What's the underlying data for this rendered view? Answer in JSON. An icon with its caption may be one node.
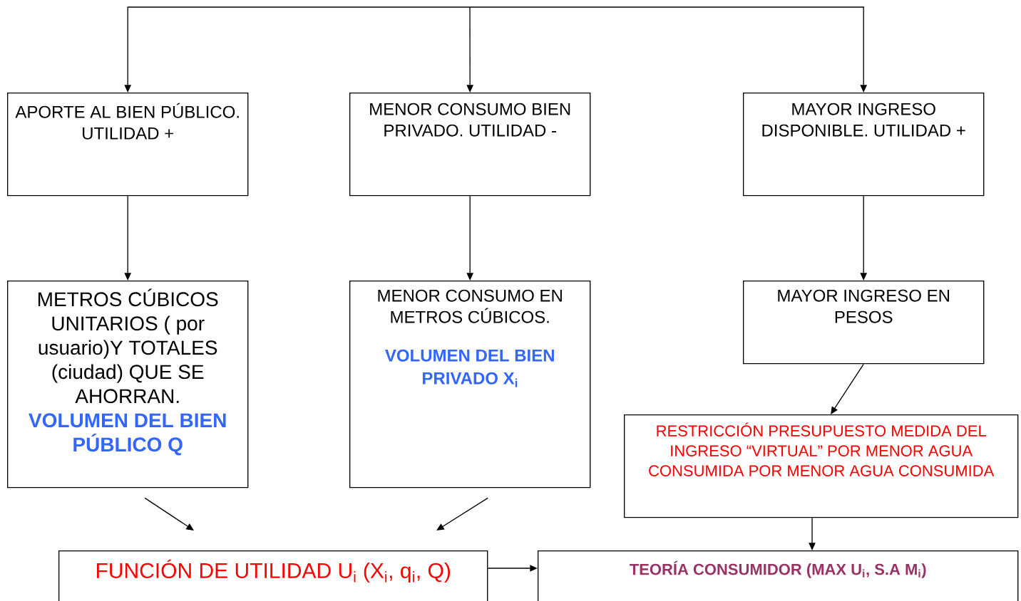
{
  "diagram": {
    "nodes": [
      {
        "text": [
          "APORTE AL BIEN PÚBLICO. UTILIDAD +"
        ]
      },
      {
        "text": [
          "MENOR CONSUMO BIEN PRIVADO. UTILIDAD -"
        ]
      },
      {
        "text": [
          "MAYOR INGRESO DISPONIBLE. UTILIDAD +"
        ]
      },
      {
        "text": [
          "METROS CÚBICOS UNITARIOS ( por usuario)Y TOTALES (ciudad) QUE SE AHORRAN.",
          "VOLUMEN DEL BIEN PÚBLICO Q"
        ]
      },
      {
        "text": [
          "MENOR CONSUMO EN METROS CÚBICOS.",
          "VOLUMEN DEL BIEN PRIVADO X$_{i}$"
        ]
      },
      {
        "text": [
          "MAYOR INGRESO EN PESOS"
        ]
      },
      {
        "text": [
          "RESTRICCIÓN PRESUPUESTO MEDIDA DEL INGRESO “VIRTUAL”  POR MENOR AGUA CONSUMIDA POR MENOR AGUA CONSUMIDA"
        ]
      },
      {
        "text": [
          "FUNCIÓN DE UTILIDAD U$_{i}$ (X$_{i}$, q$_{i}$, Q)"
        ]
      },
      {
        "text": [
          "TEORÍA CONSUMIDOR (MAX U$_{i}$, S.A M$_{i}$)"
        ]
      }
    ],
    "edges": [
      {
        "from": null,
        "to": 0,
        "arrow": "to"
      },
      {
        "from": null,
        "to": 1,
        "arrow": "to"
      },
      {
        "from": null,
        "to": 2,
        "arrow": "to"
      },
      {
        "from": 0,
        "to": 3,
        "arrow": "to"
      },
      {
        "from": 1,
        "to": 4,
        "arrow": "to"
      },
      {
        "from": 2,
        "to": 5,
        "arrow": "to"
      },
      {
        "from": 3,
        "to": 7,
        "arrow": "to"
      },
      {
        "from": 4,
        "to": 7,
        "arrow": "to"
      },
      {
        "from": 5,
        "to": 6,
        "arrow": "to"
      },
      {
        "from": 6,
        "to": 8,
        "arrow": "to"
      },
      {
        "from": 7,
        "to": 8,
        "arrow": "to"
      }
    ]
  }
}
